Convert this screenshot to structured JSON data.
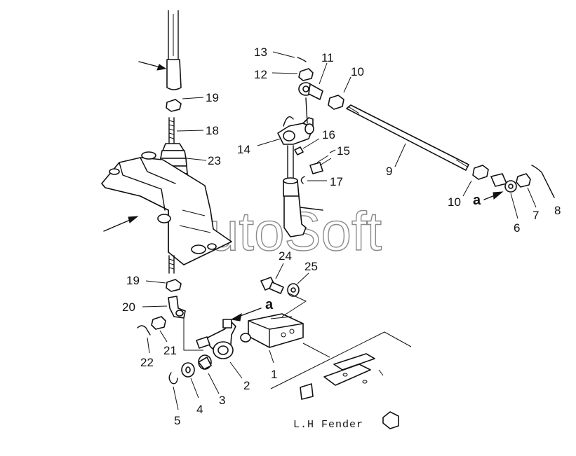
{
  "watermark": "AutoSoft",
  "caption": "L.H Fender",
  "callouts": [
    "1",
    "2",
    "3",
    "4",
    "5",
    "6",
    "7",
    "8",
    "9",
    "10",
    "10",
    "11",
    "12",
    "13",
    "14",
    "15",
    "16",
    "17",
    "18",
    "19",
    "19",
    "20",
    "21",
    "22",
    "23",
    "24",
    "25"
  ],
  "markers": {
    "left": "a",
    "right": "a"
  }
}
